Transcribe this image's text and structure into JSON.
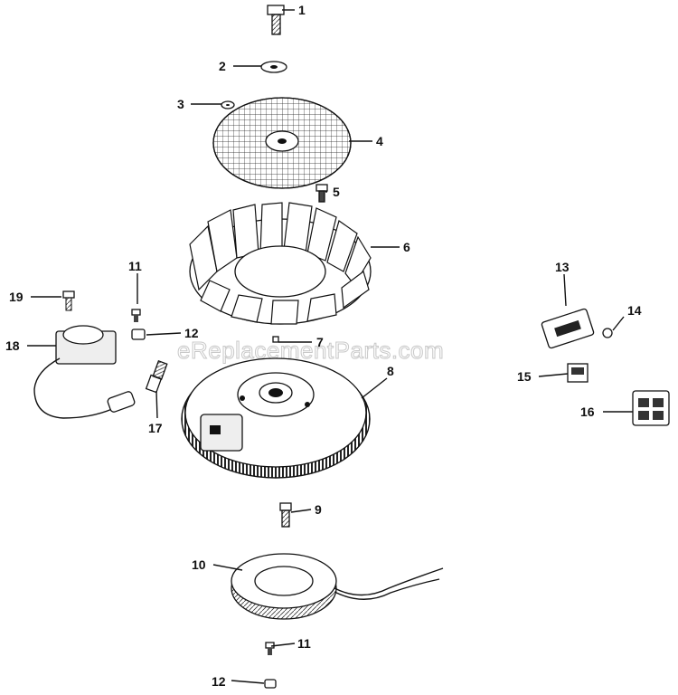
{
  "watermark": "eReplacementParts.com",
  "callouts": [
    {
      "id": "1",
      "label": "1"
    },
    {
      "id": "2",
      "label": "2"
    },
    {
      "id": "3",
      "label": "3"
    },
    {
      "id": "4",
      "label": "4"
    },
    {
      "id": "5",
      "label": "5"
    },
    {
      "id": "6",
      "label": "6"
    },
    {
      "id": "7",
      "label": "7"
    },
    {
      "id": "8",
      "label": "8"
    },
    {
      "id": "9",
      "label": "9"
    },
    {
      "id": "10",
      "label": "10"
    },
    {
      "id": "11a",
      "label": "11"
    },
    {
      "id": "11b",
      "label": "11"
    },
    {
      "id": "12a",
      "label": "12"
    },
    {
      "id": "12b",
      "label": "12"
    },
    {
      "id": "13",
      "label": "13"
    },
    {
      "id": "14",
      "label": "14"
    },
    {
      "id": "15",
      "label": "15"
    },
    {
      "id": "16",
      "label": "16"
    },
    {
      "id": "17",
      "label": "17"
    },
    {
      "id": "18",
      "label": "18"
    },
    {
      "id": "19",
      "label": "19"
    }
  ]
}
